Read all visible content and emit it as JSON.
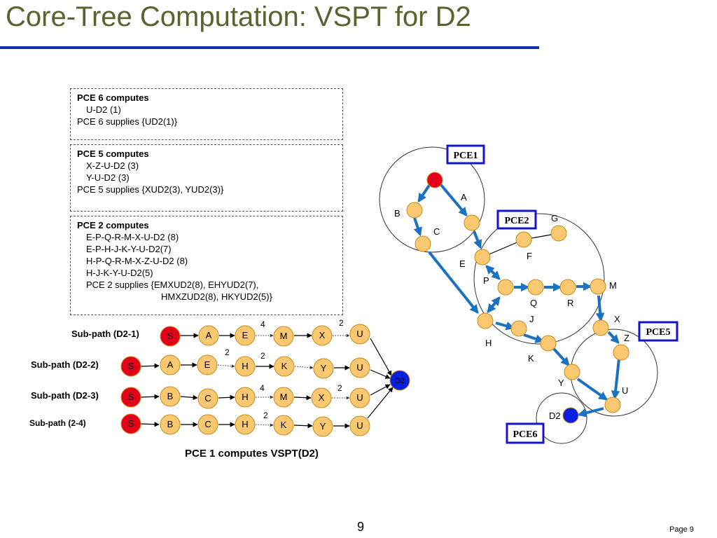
{
  "title": "Core-Tree Computation: VSPT for D2",
  "boxes": {
    "pce6": {
      "heading": "PCE 6 computes",
      "lines": [
        "U-D2 (1)"
      ],
      "supplies": "PCE 6 supplies {UD2(1)}"
    },
    "pce5": {
      "heading": "PCE 5  computes",
      "lines": [
        "X-Z-U-D2 (3)",
        "Y-U-D2 (3)"
      ],
      "supplies": "PCE 5 supplies {XUD2(3), YUD2(3)}"
    },
    "pce2": {
      "heading": "PCE 2 computes",
      "lines": [
        "E-P-Q-R-M-X-U-D2 (8)",
        "E-P-H-J-K-Y-U-D2(7)",
        "H-P-Q-R-M-X-Z-U-D2 (8)",
        "H-J-K-Y-U-D2(5)"
      ],
      "supplies": "PCE 2 supplies {EMXUD2(8), EHYUD2(7),",
      "supplies_cont": "HMXZUD2(8), HKYUD2(5)}"
    }
  },
  "subpaths": [
    {
      "label": "Sub-path (D2-1)",
      "nodes": [
        "S",
        "A",
        "E",
        "M",
        "X",
        "U"
      ],
      "weights": [
        "4",
        "2"
      ]
    },
    {
      "label": "Sub-path (D2-2)",
      "nodes": [
        "S",
        "A",
        "E",
        "H",
        "K",
        "Y",
        "U"
      ],
      "weights": [
        "2",
        "2"
      ]
    },
    {
      "label": "Sub-path (D2-3)",
      "nodes": [
        "S",
        "B",
        "C",
        "H",
        "M",
        "X",
        "U"
      ],
      "weights": [
        "4",
        "2"
      ]
    },
    {
      "label": "Sub-path (2-4)",
      "nodes": [
        "S",
        "B",
        "C",
        "H",
        "K",
        "Y",
        "U"
      ],
      "weights": [
        "2"
      ]
    }
  ],
  "destination": "D2",
  "caption": "PCE 1 computes VSPT(D2)",
  "network": {
    "domains": [
      "PCE1",
      "PCE2",
      "PCE5",
      "PCE6"
    ],
    "nodes": [
      "A",
      "B",
      "C",
      "E",
      "F",
      "G",
      "P",
      "Q",
      "R",
      "M",
      "J",
      "H",
      "K",
      "X",
      "Z",
      "Y",
      "U",
      "D2"
    ]
  },
  "footer": {
    "page_number": "9",
    "page_label": "Page 9"
  },
  "colors": {
    "title": "#5a6330",
    "rule": "#1430b4",
    "node_fill": "#f9c870",
    "node_stroke": "#c98a1a",
    "source": "#e3001b",
    "dest": "#0a1ee0",
    "path_arrow": "#1a72c0",
    "pce_box": "#1616c8"
  }
}
